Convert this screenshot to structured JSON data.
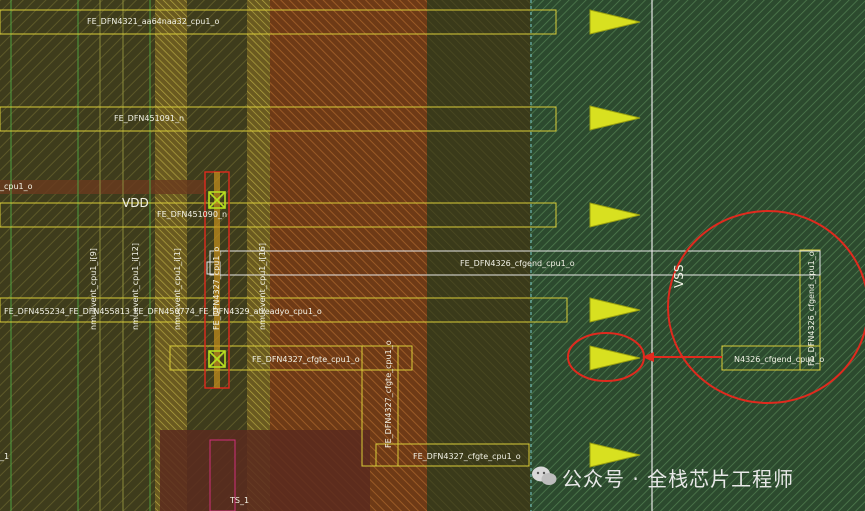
{
  "labels": {
    "top_net": "FE_DFN4321_aa64naa32_cpu1_o",
    "net_451091": "FE_DFN451091_n",
    "left_cpu": "_cpu1_o",
    "vdd": "VDD",
    "net_451090": "FE_DFN451090_n",
    "cfgend": "FE_DFN4326_cfgend_cpu1_o",
    "vss": "VSS",
    "long_row": "FE_DFN455234_FE_DFN455813_FE_DFN450774_FE_DFN4329_atreadyo_cpu1_o",
    "cfgte_mid": "FE_DFN4327_cfgte_cpu1_o",
    "cfgend_short": "N4326_cfgend_cpu1_o",
    "cfgte_bottom": "FE_DFN4327_cfgte_cpu1_o",
    "left_edge_1": "_1",
    "bottom_ts": "TS_1",
    "v_event_9": "nmuevent_cpu1_i[9]",
    "v_event_12": "nmuevent_cpu1_i[12]",
    "v_event_1": "nmuevent_cpu1_i[1]",
    "v_pin_center": "FE_DFN4327_cpu1_o",
    "v_event_16": "nmuevent_cpu1_i[16]",
    "v_cfgend": "FE_DFN4326_cfgend_cpu1_o",
    "v_cfgte": "FE_DFN4327_cfgte_cpu1_o"
  },
  "watermark": {
    "text": "公众号 · 全栈芯片工程师"
  },
  "colors": {
    "olive_bg": "#3a3818",
    "dark_olive": "#3f4020",
    "orange_region": "#7a4018",
    "green_region": "#2e4e30",
    "net_yellow": "#d8cc38",
    "wire_white": "#e6e6e6",
    "annotation_red": "#e02a1e",
    "marker_yellow": "#d8e020"
  },
  "markers": {
    "triangle_rows": [
      22,
      118,
      215,
      310,
      358,
      455
    ]
  }
}
